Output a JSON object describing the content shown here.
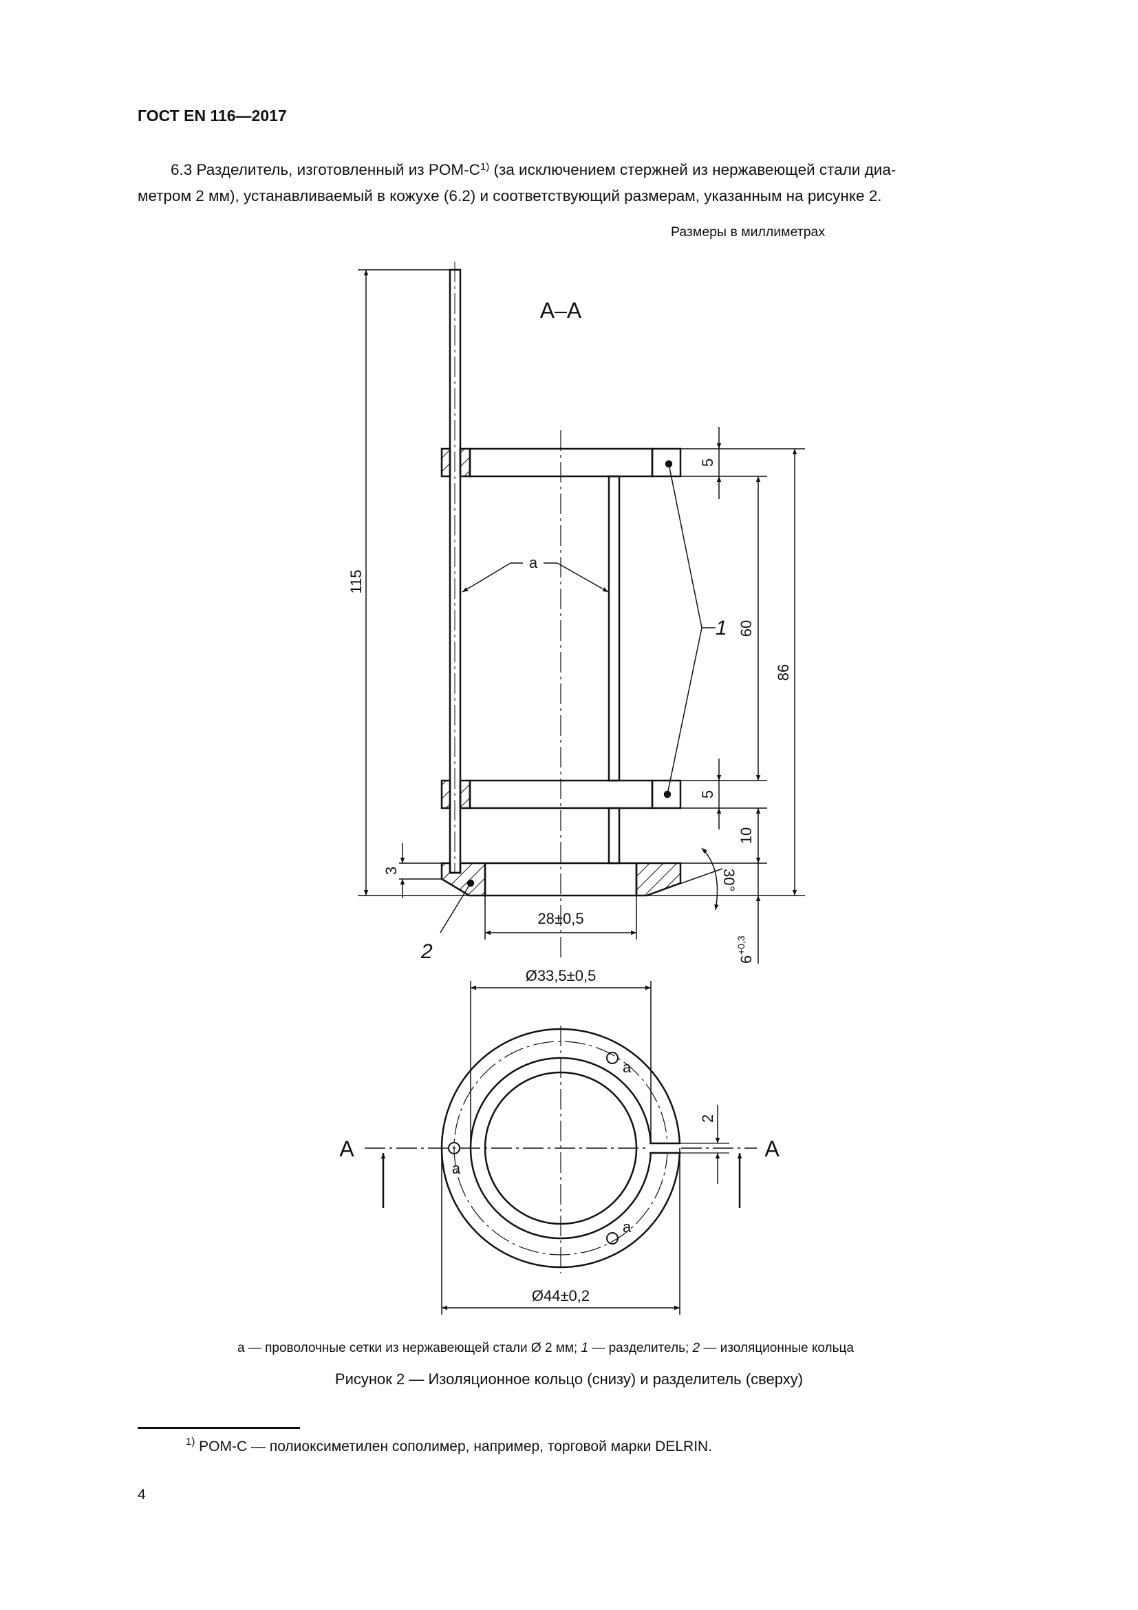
{
  "header": {
    "title": "ГОСТ EN 116—2017"
  },
  "body": {
    "line1_before": "6.3 Разделитель, изготовленный из POM-C",
    "line1_sup": "1)",
    "line1_after": " (за исключением стержней из нержавеющей стали диа-",
    "line2": "метром 2 мм), устанавливаемый в кожухе (6.2) и соответствующий размерам, указанным на рисунке 2.",
    "units_note": "Размеры в миллиметрах"
  },
  "figure": {
    "section_label": "A–A",
    "dims": {
      "d115": "115",
      "d5_top": "5",
      "d60": "60",
      "d86": "86",
      "d5_bottom": "5",
      "d10": "10",
      "d3": "3",
      "angle": "30°",
      "d28": "28±0,5",
      "d6": "6",
      "d6_tol": "+0,3",
      "d33": "Ø33,5±0,5",
      "d44": "Ø44±0,2",
      "d2": "2"
    },
    "callouts": {
      "a": "a",
      "one": "1",
      "two": "2"
    },
    "section_marks": {
      "left": "A",
      "right": "A"
    },
    "legend": {
      "a_key": "a",
      "a_text": " — проволочные сетки из нержавеющей стали Ø 2 мм; ",
      "one_key": "1",
      "one_text": " — разделитель; ",
      "two_key": "2",
      "two_text": " — изоляционные кольца"
    },
    "caption": "Рисунок 2 — Изоляционное кольцо (снизу) и разделитель (сверху)"
  },
  "footnote": {
    "mark": "1)",
    "text": " POM-C — полиоксиметилен сополимер, например, торговой марки DELRIN."
  },
  "page_number": "4"
}
